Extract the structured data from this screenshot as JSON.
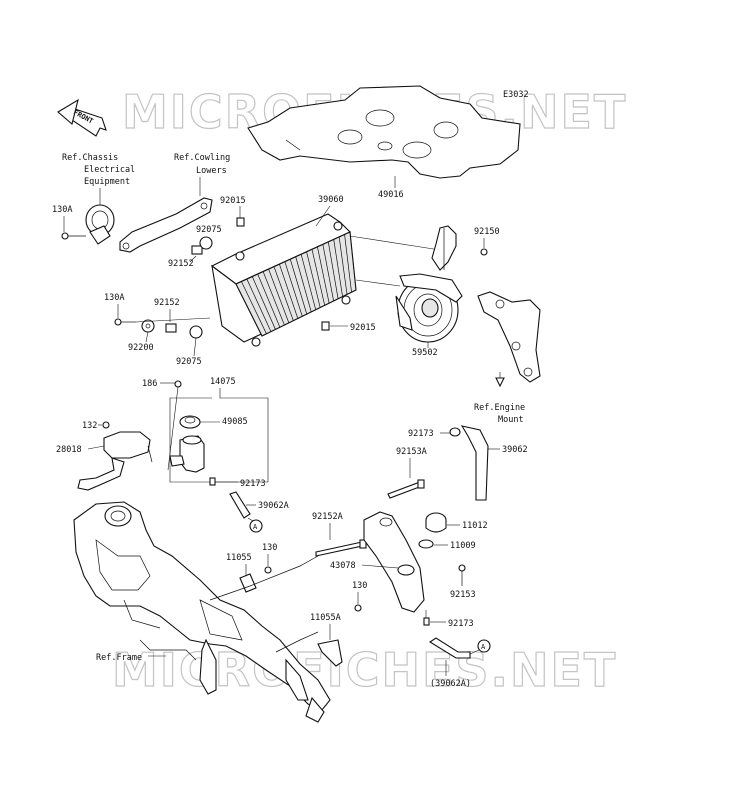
{
  "diagram": {
    "code": "E3032",
    "front_label": "FRONT",
    "watermark": "MICROFICHES.NET",
    "refs": {
      "chassis": [
        "Ref.Chassis",
        "Electrical",
        "Equipment"
      ],
      "cowling": [
        "Ref.Cowling",
        "Lowers"
      ],
      "engine_mount": [
        "Ref.Engine",
        "Mount"
      ],
      "frame": "Ref.Frame"
    },
    "labels": {
      "p49016": "49016",
      "p39060": "39060",
      "p92015_top": "92015",
      "p92150": "92150",
      "p130a_top": "130A",
      "p92075_top": "92075",
      "p92152_top": "92152",
      "p130a_mid": "130A",
      "p92152_mid": "92152",
      "p92200": "92200",
      "p92075_mid": "92075",
      "p92015_mid": "92015",
      "p59502": "59502",
      "p186": "186",
      "p14075": "14075",
      "p49085": "49085",
      "p132": "132",
      "p28018": "28018",
      "p92173_left": "92173",
      "p39062a": "39062A",
      "p92173_right": "92173",
      "p39062": "39062",
      "p92153a": "92153A",
      "p92152a": "92152A",
      "p11012": "11012",
      "p11009": "11009",
      "p11055": "11055",
      "p130_mid": "130",
      "p43078": "43078",
      "p92153": "92153",
      "p130_low": "130",
      "p11055a": "11055A",
      "p92173_low": "92173",
      "p39062a_ref": "(39062A)",
      "circle_a1": "A",
      "circle_a2": "A"
    }
  }
}
